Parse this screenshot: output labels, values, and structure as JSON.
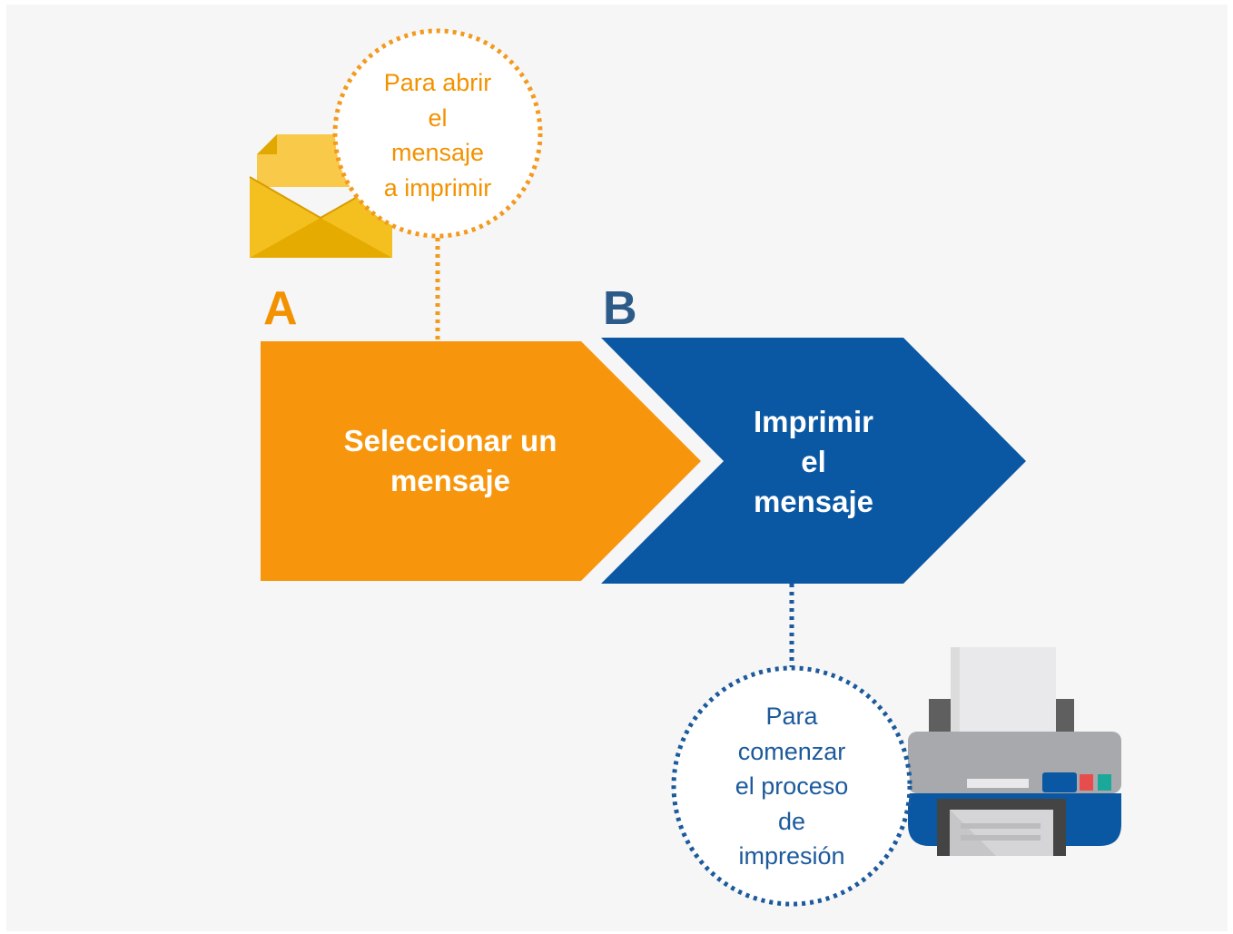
{
  "colors": {
    "background": "#f6f6f6",
    "step_a": "#f7960d",
    "step_b": "#0a58a4",
    "letter_b": "#2d5b89",
    "bubble_a_text": "#f39200",
    "bubble_b_text": "#1c5a9c"
  },
  "step_a": {
    "letter": "A",
    "label_lines": [
      "Seleccionar un",
      "mensaje"
    ],
    "icon": "envelope-icon",
    "note_lines": [
      "Para abrir",
      "el",
      "mensaje",
      "a imprimir"
    ]
  },
  "step_b": {
    "letter": "B",
    "label_lines": [
      "Imprimir",
      "el",
      "mensaje"
    ],
    "icon": "printer-icon",
    "note_lines": [
      "Para",
      "comenzar",
      "el proceso",
      "de",
      "impresión"
    ]
  }
}
